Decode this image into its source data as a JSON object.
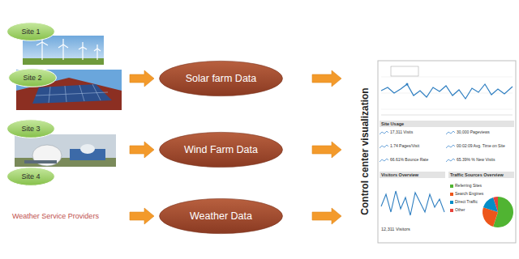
{
  "diagram": {
    "nodes": [
      {
        "text": [
          "Site 1"
        ]
      },
      {
        "text": [
          "Site 2"
        ]
      },
      {
        "text": [
          "Site 3"
        ]
      },
      {
        "text": [
          "Site 4"
        ]
      },
      {
        "text": [
          "Solar farm Data"
        ]
      },
      {
        "text": [
          "Wind Farm Data"
        ]
      },
      {
        "text": [
          "Weather Data"
        ]
      },
      {
        "text": [
          "Control center visualization"
        ]
      }
    ],
    "edges": [
      {
        "from": 4,
        "to": 7,
        "arrow": "to"
      },
      {
        "from": 5,
        "to": 7,
        "arrow": "to"
      },
      {
        "from": 6,
        "to": 7,
        "arrow": "to"
      }
    ],
    "labels": [
      "Weather Service Providers",
      "Site Usage",
      "17,311 Visits",
      "30,000 Pageviews",
      "1.74 Pages/Visit",
      "00:02:09 Avg. Time on Site",
      "66.61% Bounce Rate",
      "65.39% % New Visits",
      "Visitors Overview",
      "Traffic Sources Overview",
      "12,311 Visitors"
    ],
    "legend": [
      {
        "text": "Referring Sites",
        "color": "#50b432"
      },
      {
        "text": "Search Engines",
        "color": "#ed561b"
      },
      {
        "text": "Direct Traffic",
        "color": "#058dc7"
      },
      {
        "text": "Other",
        "color": "#e8423b"
      }
    ]
  }
}
